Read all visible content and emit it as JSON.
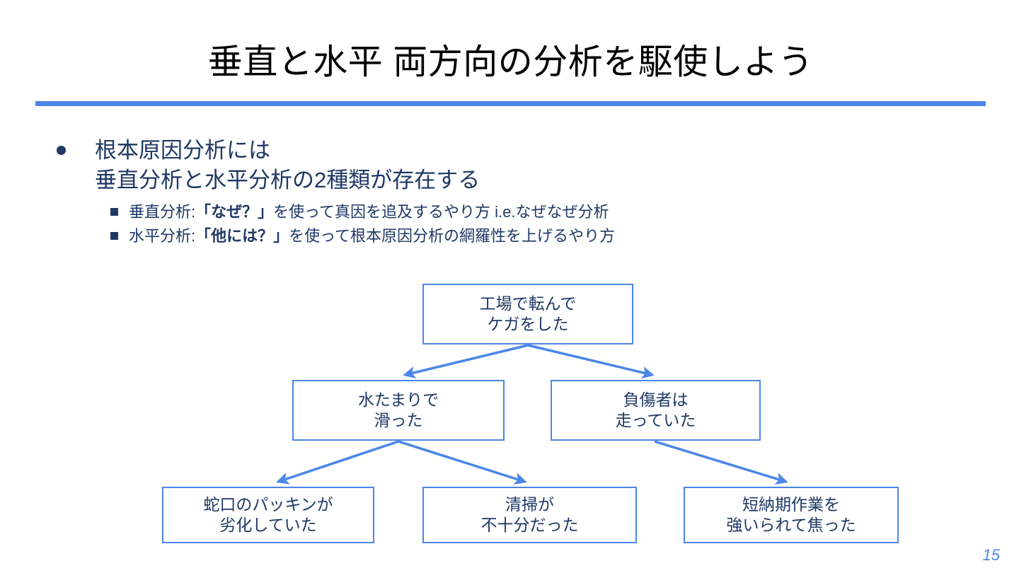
{
  "slide": {
    "title": "垂直と水平 両方向の分析を駆使しよう",
    "page_number": "15",
    "accent_color": "#4a86e8",
    "text_color": "#1f3864",
    "title_color": "#000000"
  },
  "body": {
    "main_bullet": {
      "marker": "round-bullet",
      "line1": "根本原因分析には",
      "line2": "垂直分析と水平分析の2種類が存在する"
    },
    "sub_bullets": [
      {
        "marker": "square-bullet",
        "prefix": "垂直分析:",
        "emphasis": "「なぜ？」",
        "suffix": "を使って真因を追及するやり方 i.e.なぜなぜ分析"
      },
      {
        "marker": "square-bullet",
        "prefix": "水平分析:",
        "emphasis": "「他には？」",
        "suffix": "を使って根本原因分析の網羅性を上げるやり方"
      }
    ]
  },
  "diagram": {
    "type": "tree",
    "nodes": [
      {
        "id": "top",
        "line1": "工場で転んで",
        "line2": "ケガをした"
      },
      {
        "id": "mid-l",
        "line1": "水たまりで",
        "line2": "滑った"
      },
      {
        "id": "mid-r",
        "line1": "負傷者は",
        "line2": "走っていた"
      },
      {
        "id": "bot-1",
        "line1": "蛇口のパッキンが",
        "line2": "劣化していた"
      },
      {
        "id": "bot-2",
        "line1": "清掃が",
        "line2": "不十分だった"
      },
      {
        "id": "bot-3",
        "line1": "短納期作業を",
        "line2": "強いられて焦った"
      }
    ],
    "edges": [
      {
        "from": "top",
        "to": "mid-l"
      },
      {
        "from": "top",
        "to": "mid-r"
      },
      {
        "from": "mid-l",
        "to": "bot-1"
      },
      {
        "from": "mid-l",
        "to": "bot-2"
      },
      {
        "from": "mid-r",
        "to": "bot-3"
      }
    ]
  }
}
